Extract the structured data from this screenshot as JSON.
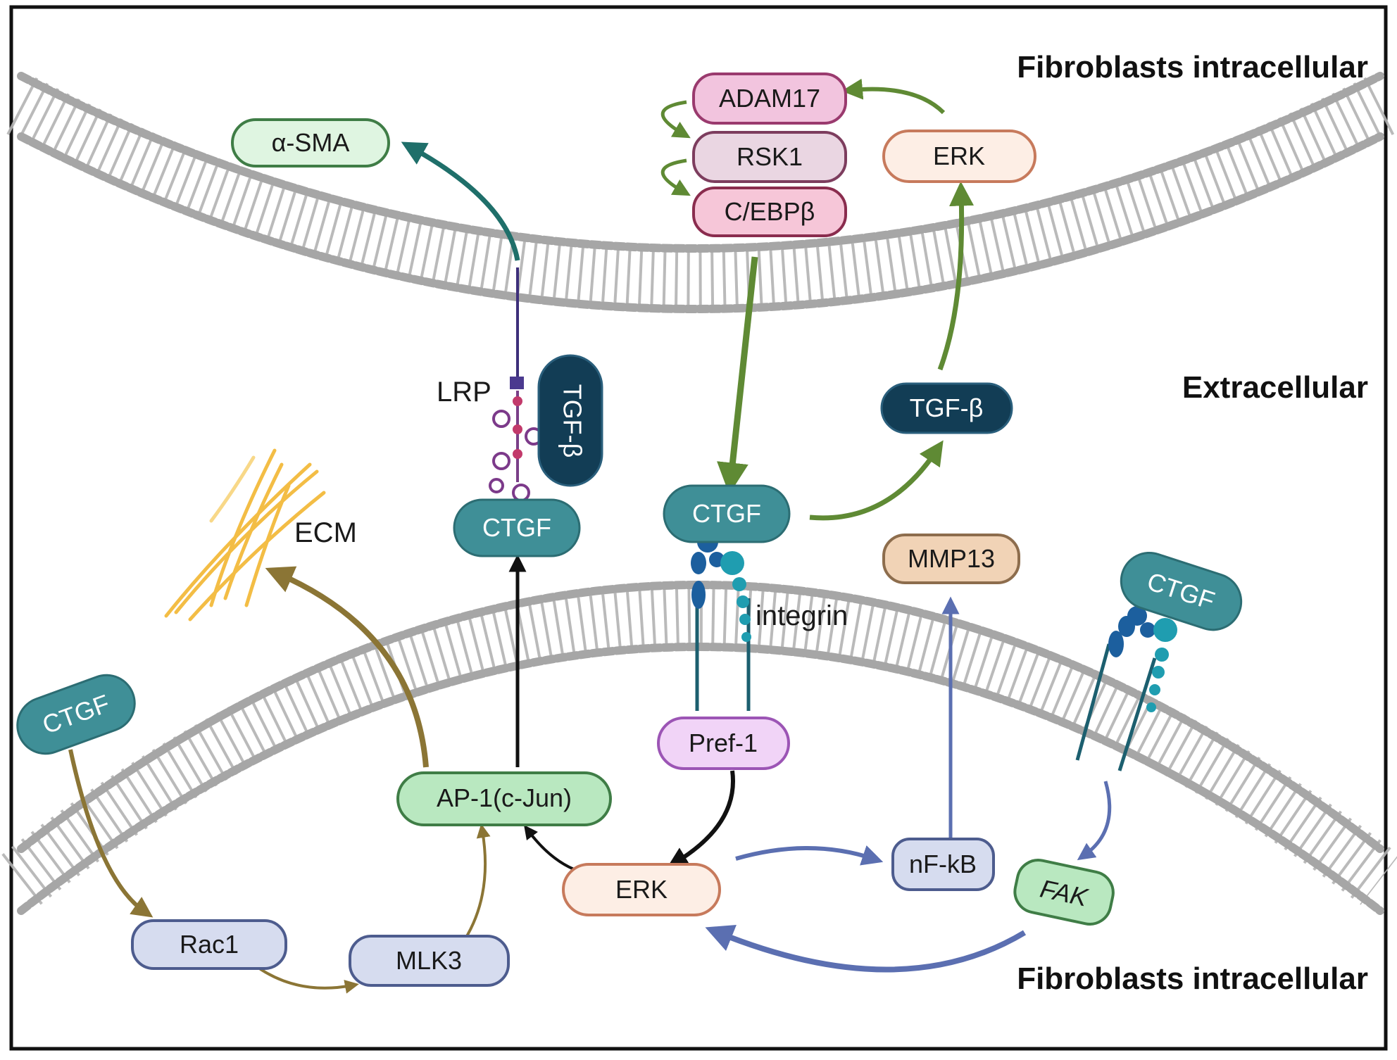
{
  "regions": {
    "top_intracellular": "Fibroblasts intracellular",
    "extracellular": "Extracellular",
    "bottom_intracellular": "Fibroblasts intracellular"
  },
  "labels": {
    "lrp": "LRP",
    "ecm": "ECM",
    "integrin": "integrin"
  },
  "nodes": {
    "alpha_sma": "α-SMA",
    "adam17": "ADAM17",
    "rsk1": "RSK1",
    "cebpb": "C/EBPβ",
    "erk_top": "ERK",
    "tgfb_receptor": "TGF-β",
    "tgfb_free": "TGF-β",
    "ctgf_lrp": "CTGF",
    "ctgf_integrin": "CTGF",
    "ctgf_right": "CTGF",
    "ctgf_left": "CTGF",
    "mmp13": "MMP13",
    "pref1": "Pref-1",
    "ap1": "AP-1(c-Jun)",
    "erk_bottom": "ERK",
    "nfkb": "nF-kB",
    "fak": "FAK",
    "rac1": "Rac1",
    "mlk3": "MLK3"
  },
  "colors": {
    "membrane": "#a9a9a9",
    "teal": "#3f8f97",
    "navy": "#123d55",
    "green_arrow": "#5f8a34",
    "gold_arrow": "#8b7535",
    "blue_arrow": "#5b6fb1",
    "teal_arrow": "#1f6f6a"
  }
}
